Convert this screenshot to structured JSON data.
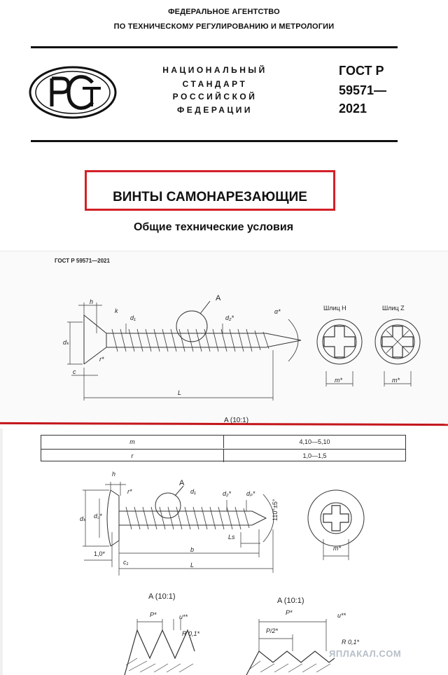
{
  "header": {
    "agency_line1": "ФЕДЕРАЛЬНОЕ АГЕНТСТВО",
    "agency_line2": "ПО ТЕХНИЧЕСКОМУ РЕГУЛИРОВАНИЮ И МЕТРОЛОГИИ",
    "logo_text": "РСТ",
    "standard_words": [
      "НАЦИОНАЛЬНЫЙ",
      "СТАНДАРТ",
      "РОССИЙСКОЙ",
      "ФЕДЕРАЦИИ"
    ],
    "gost_lines": [
      "ГОСТ Р",
      "59571—",
      "2021"
    ]
  },
  "title": {
    "main": "ВИНТЫ САМОНАРЕЗАЮЩИЕ",
    "subtitle": "Общие технические условия",
    "highlight_color": "#d32027"
  },
  "sheet1": {
    "header": "ГОСТ Р 59571—2021",
    "labels": {
      "h": "h",
      "k": "k",
      "A": "A",
      "d1": "d₁",
      "d2": "d₂*",
      "alpha": "α*",
      "dk": "dₖ",
      "r": "r*",
      "c": "c",
      "L": "L",
      "slot_h": "Шлиц H",
      "slot_z": "Шлиц Z",
      "m1": "m*",
      "m2": "m*"
    },
    "detail_caption": "A (10:1)"
  },
  "table": {
    "rows": [
      {
        "param": "m",
        "value": "4,10—5,10"
      },
      {
        "param": "r",
        "value": "1,0—1,5"
      }
    ]
  },
  "sheet2": {
    "labels": {
      "h": "h",
      "r": "r*",
      "A": "A",
      "d1": "d₁",
      "d2": "d₂*",
      "dp": "dₚ*",
      "angle": "110°±5°",
      "dk": "dₖ",
      "dc": "d꜀*",
      "Ls": "Ls",
      "m": "m*",
      "c10": "1,0*",
      "c1": "c₁",
      "b": "b",
      "L": "L"
    },
    "detail_left": {
      "caption": "A (10:1)",
      "P": "P*",
      "u": "u**",
      "R": "R 0,1*"
    },
    "detail_right": {
      "caption": "A (10:1)",
      "P": "P*",
      "P2": "P/2*",
      "u": "u**",
      "R": "R 0,1*"
    }
  },
  "watermark": "ЯПЛАКАЛ.COM",
  "separator_color": "#c4161c"
}
